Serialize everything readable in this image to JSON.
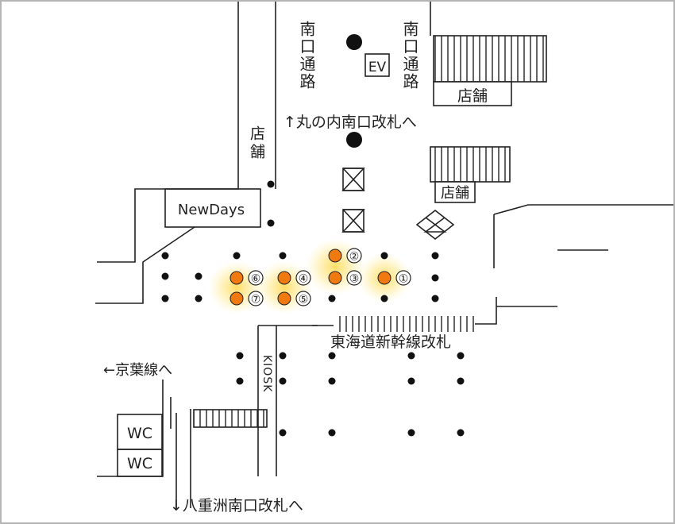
{
  "labels": {
    "minami_tsuro_left": "南口通路",
    "minami_tsuro_right": "南口通路",
    "ev": "EV",
    "shop_top_right": "店舗",
    "shop_left_vertical": "店舗",
    "shop_mid_right": "店舗",
    "marunouchi_gate": "↑丸の内南口改札へ",
    "newdays": "NewDays",
    "tokaido_gate": "東海道新幹線改札",
    "keiyo_line": "←京葉線へ",
    "kiosk": "KIOSK",
    "wc_upper": "WC",
    "wc_lower": "WC",
    "yaesu_gate": "↓八重洲南口改札へ"
  },
  "spots": [
    {
      "id": "1",
      "label": "①",
      "highlighted": true
    },
    {
      "id": "2",
      "label": "②",
      "highlighted": true
    },
    {
      "id": "3",
      "label": "③",
      "highlighted": true
    },
    {
      "id": "4",
      "label": "④",
      "highlighted": true
    },
    {
      "id": "5",
      "label": "⑤",
      "highlighted": true
    },
    {
      "id": "6",
      "label": "⑥",
      "highlighted": true
    },
    {
      "id": "7",
      "label": "⑦",
      "highlighted": true
    }
  ],
  "colors": {
    "spot": "#f07a10",
    "glow": "#ffd84a",
    "line": "#222222",
    "frame": "#b5b5b5"
  }
}
